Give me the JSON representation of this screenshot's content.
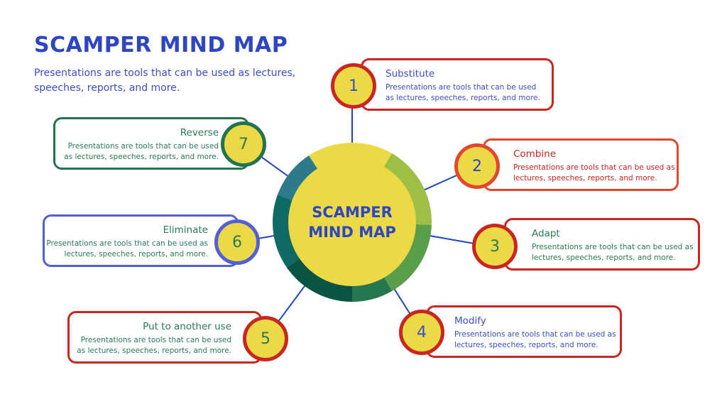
{
  "header": {
    "title": "SCAMPER MIND MAP",
    "subtitle": "Presentations are tools that can be used as lectures, speeches, reports, and more."
  },
  "hub": {
    "line1": "SCAMPER",
    "line2": "MIND MAP"
  },
  "colors": {
    "yellow": "#ecd946",
    "blue": "#2e46c2",
    "red": "#c8261e",
    "orange_red": "#e4472f",
    "green": "#2a7a55",
    "violet_blue": "#5160d6"
  },
  "items": [
    {
      "number": "1",
      "title": "Substitute",
      "desc": "Presentations are tools that can be used\nas lectures, speeches, reports, and more."
    },
    {
      "number": "2",
      "title": "Combine",
      "desc": "Presentations are tools that can be used as\nlectures, speeches, reports, and more."
    },
    {
      "number": "3",
      "title": "Adapt",
      "desc": "Presentations are tools that can be used as\nlectures, speeches, reports, and more."
    },
    {
      "number": "4",
      "title": "Modify",
      "desc": "Presentations are tools that can be used as\nlectures, speeches, reports, and more."
    },
    {
      "number": "5",
      "title": "Put to another use",
      "desc": "Presentations are tools that can be used\nas lectures, speeches, reports, and more."
    },
    {
      "number": "6",
      "title": "Eliminate",
      "desc": "Presentations are tools that can be used as\nlectures, speeches, reports, and more."
    },
    {
      "number": "7",
      "title": "Reverse",
      "desc": "Presentations are tools that can be used\nas lectures, speeches, reports, and more."
    }
  ]
}
